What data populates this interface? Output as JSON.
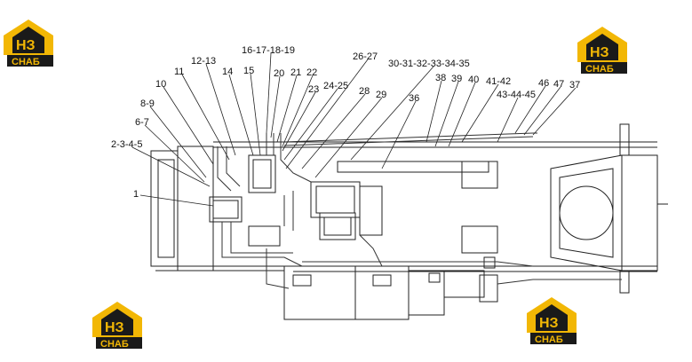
{
  "labels": [
    {
      "text": "16-17-18-19"
    },
    {
      "text": "12-13"
    },
    {
      "text": "11"
    },
    {
      "text": "14"
    },
    {
      "text": "15"
    },
    {
      "text": "20"
    },
    {
      "text": "21"
    },
    {
      "text": "22"
    },
    {
      "text": "26-27"
    },
    {
      "text": "30-31-32-33-34-35"
    },
    {
      "text": "10"
    },
    {
      "text": "23"
    },
    {
      "text": "24-25"
    },
    {
      "text": "28"
    },
    {
      "text": "29"
    },
    {
      "text": "38"
    },
    {
      "text": "39"
    },
    {
      "text": "40"
    },
    {
      "text": "41-42"
    },
    {
      "text": "46"
    },
    {
      "text": "47"
    },
    {
      "text": "37"
    },
    {
      "text": "8-9"
    },
    {
      "text": "36"
    },
    {
      "text": "43-44-45"
    },
    {
      "text": "6-7"
    },
    {
      "text": "2-3-4-5"
    },
    {
      "text": "1"
    }
  ],
  "logos": [
    {
      "letters": "НЗ",
      "word": "СНАБ"
    },
    {
      "letters": "НЗ",
      "word": "СНАБ"
    },
    {
      "letters": "НЗ",
      "word": "СНАБ"
    },
    {
      "letters": "НЗ",
      "word": "СНАБ"
    }
  ],
  "colors": {
    "logo_yellow": "#f2b705",
    "logo_dark": "#1a1a1a",
    "line": "#222222"
  }
}
